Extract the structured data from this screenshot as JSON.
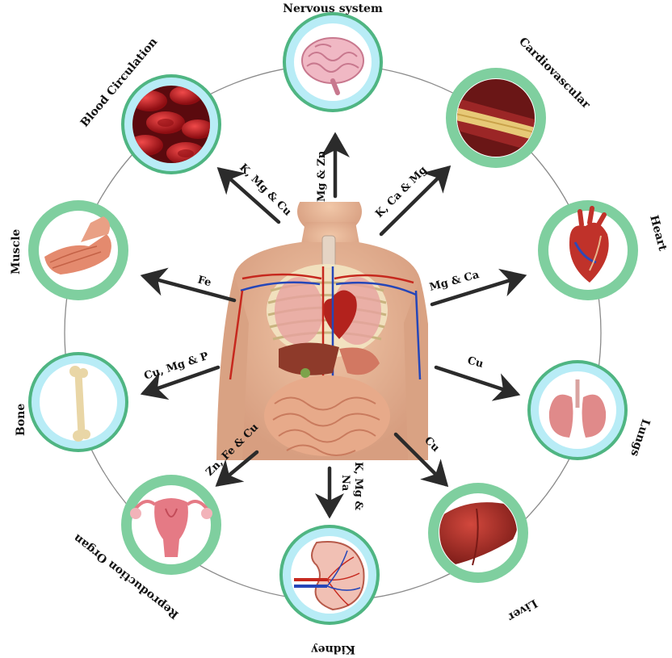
{
  "colors": {
    "ring_blue": "#b8ecf6",
    "ring_green": "#7fcf9f",
    "arrow": "#2b2b2b",
    "orbit": "#8a8a8a"
  },
  "organs": [
    {
      "key": "nervous",
      "label": "Nervous system",
      "ring": "blue",
      "icon": "brain-icon"
    },
    {
      "key": "cardio",
      "label": "Cardiovascular",
      "ring": "green",
      "icon": "artery-icon"
    },
    {
      "key": "heart",
      "label": "Heart",
      "ring": "green",
      "icon": "heart-icon"
    },
    {
      "key": "lungs",
      "label": "Lungs",
      "ring": "blue",
      "icon": "lungs-icon"
    },
    {
      "key": "liver",
      "label": "Liver",
      "ring": "green",
      "icon": "liver-icon"
    },
    {
      "key": "kidney",
      "label": "Kidney",
      "ring": "blue",
      "icon": "kidney-icon"
    },
    {
      "key": "repro",
      "label": "Reproduction Organ",
      "ring": "green",
      "icon": "uterus-icon"
    },
    {
      "key": "bone",
      "label": "Bone",
      "ring": "blue",
      "icon": "bone-icon"
    },
    {
      "key": "muscle",
      "label": "Muscle",
      "ring": "green",
      "icon": "muscle-icon"
    },
    {
      "key": "blood",
      "label": "Blood Circulation",
      "ring": "blue",
      "icon": "red-blood-cells-icon"
    }
  ],
  "minerals": {
    "nervous": "Mg & Zn",
    "cardio": "K, Ca & Mg",
    "heart": "Mg & Ca",
    "lungs": "Cu",
    "liver": "Cu",
    "kidney_line1": "K, Mg &",
    "kidney_line2": "Na",
    "repro": "Zn, Fe & Cu",
    "bone": "Cu, Mg & P",
    "muscle": "Fe",
    "blood": "K, Mg & Cu"
  },
  "center": {
    "icon": "human-anatomy-icon"
  }
}
